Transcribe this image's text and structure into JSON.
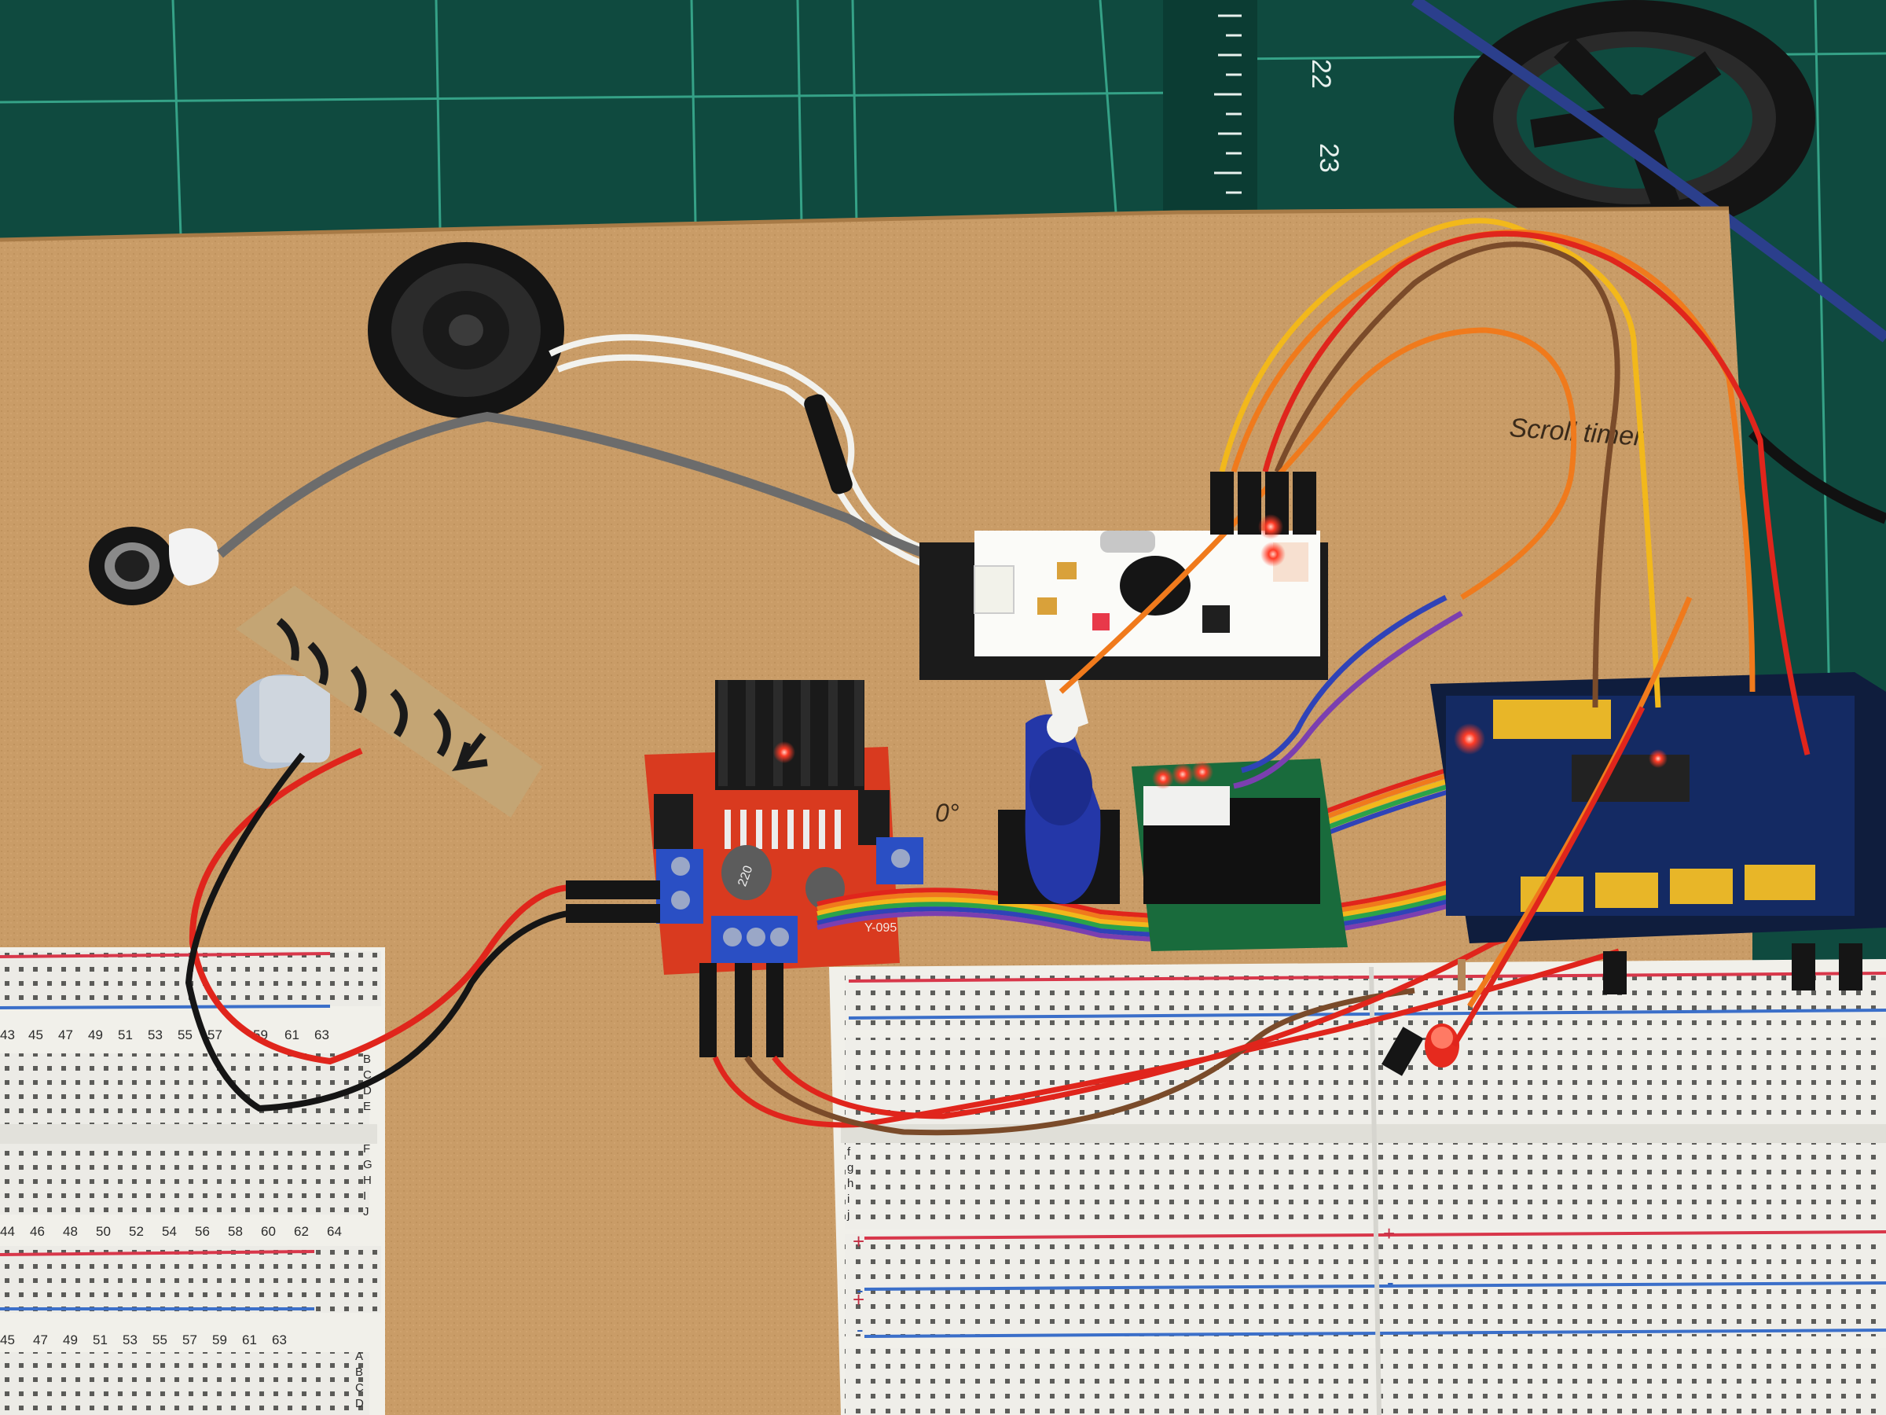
{
  "mat": {
    "ruler_numbers": [
      "22",
      "23"
    ],
    "color": "#0f4a3f",
    "grid_color": "#3fb89a"
  },
  "board": {
    "handwritten_label": "Scroll timer",
    "servo_angle_label": "0°",
    "color": "#c79a64"
  },
  "left_breadboard": {
    "top_numbers": [
      "43",
      "45",
      "47",
      "49",
      "51",
      "53",
      "55",
      "57",
      "59",
      "61",
      "63"
    ],
    "mid_numbers": [
      "44",
      "46",
      "48",
      "50",
      "52",
      "54",
      "56",
      "58",
      "60",
      "62",
      "64"
    ],
    "bottom_numbers": [
      "45",
      "47",
      "49",
      "51",
      "53",
      "55",
      "57",
      "59",
      "61",
      "63"
    ],
    "row_letters_top": [
      "B",
      "C",
      "D",
      "E"
    ],
    "row_letters_mid": [
      "F",
      "G",
      "H",
      "I",
      "J"
    ],
    "row_letters_bottom": [
      "A",
      "B",
      "C",
      "D"
    ]
  },
  "right_breadboard": {
    "rail_plus": "+",
    "rail_minus": "-",
    "row_letters": [
      "f",
      "g",
      "h",
      "i",
      "j"
    ]
  },
  "motor_driver": {
    "cap_label": "220",
    "module_code": "Y-095",
    "color": "#d93a1f"
  },
  "wire_colors": {
    "red": "#e0251c",
    "black": "#151515",
    "orange": "#f07a1c",
    "yellow": "#f2b81b",
    "brown": "#7a4b2a",
    "blue": "#2f43b8",
    "green": "#2aa34a",
    "purple": "#7b3fb0",
    "white": "#f2f2ee",
    "gray": "#6c6c6c"
  }
}
